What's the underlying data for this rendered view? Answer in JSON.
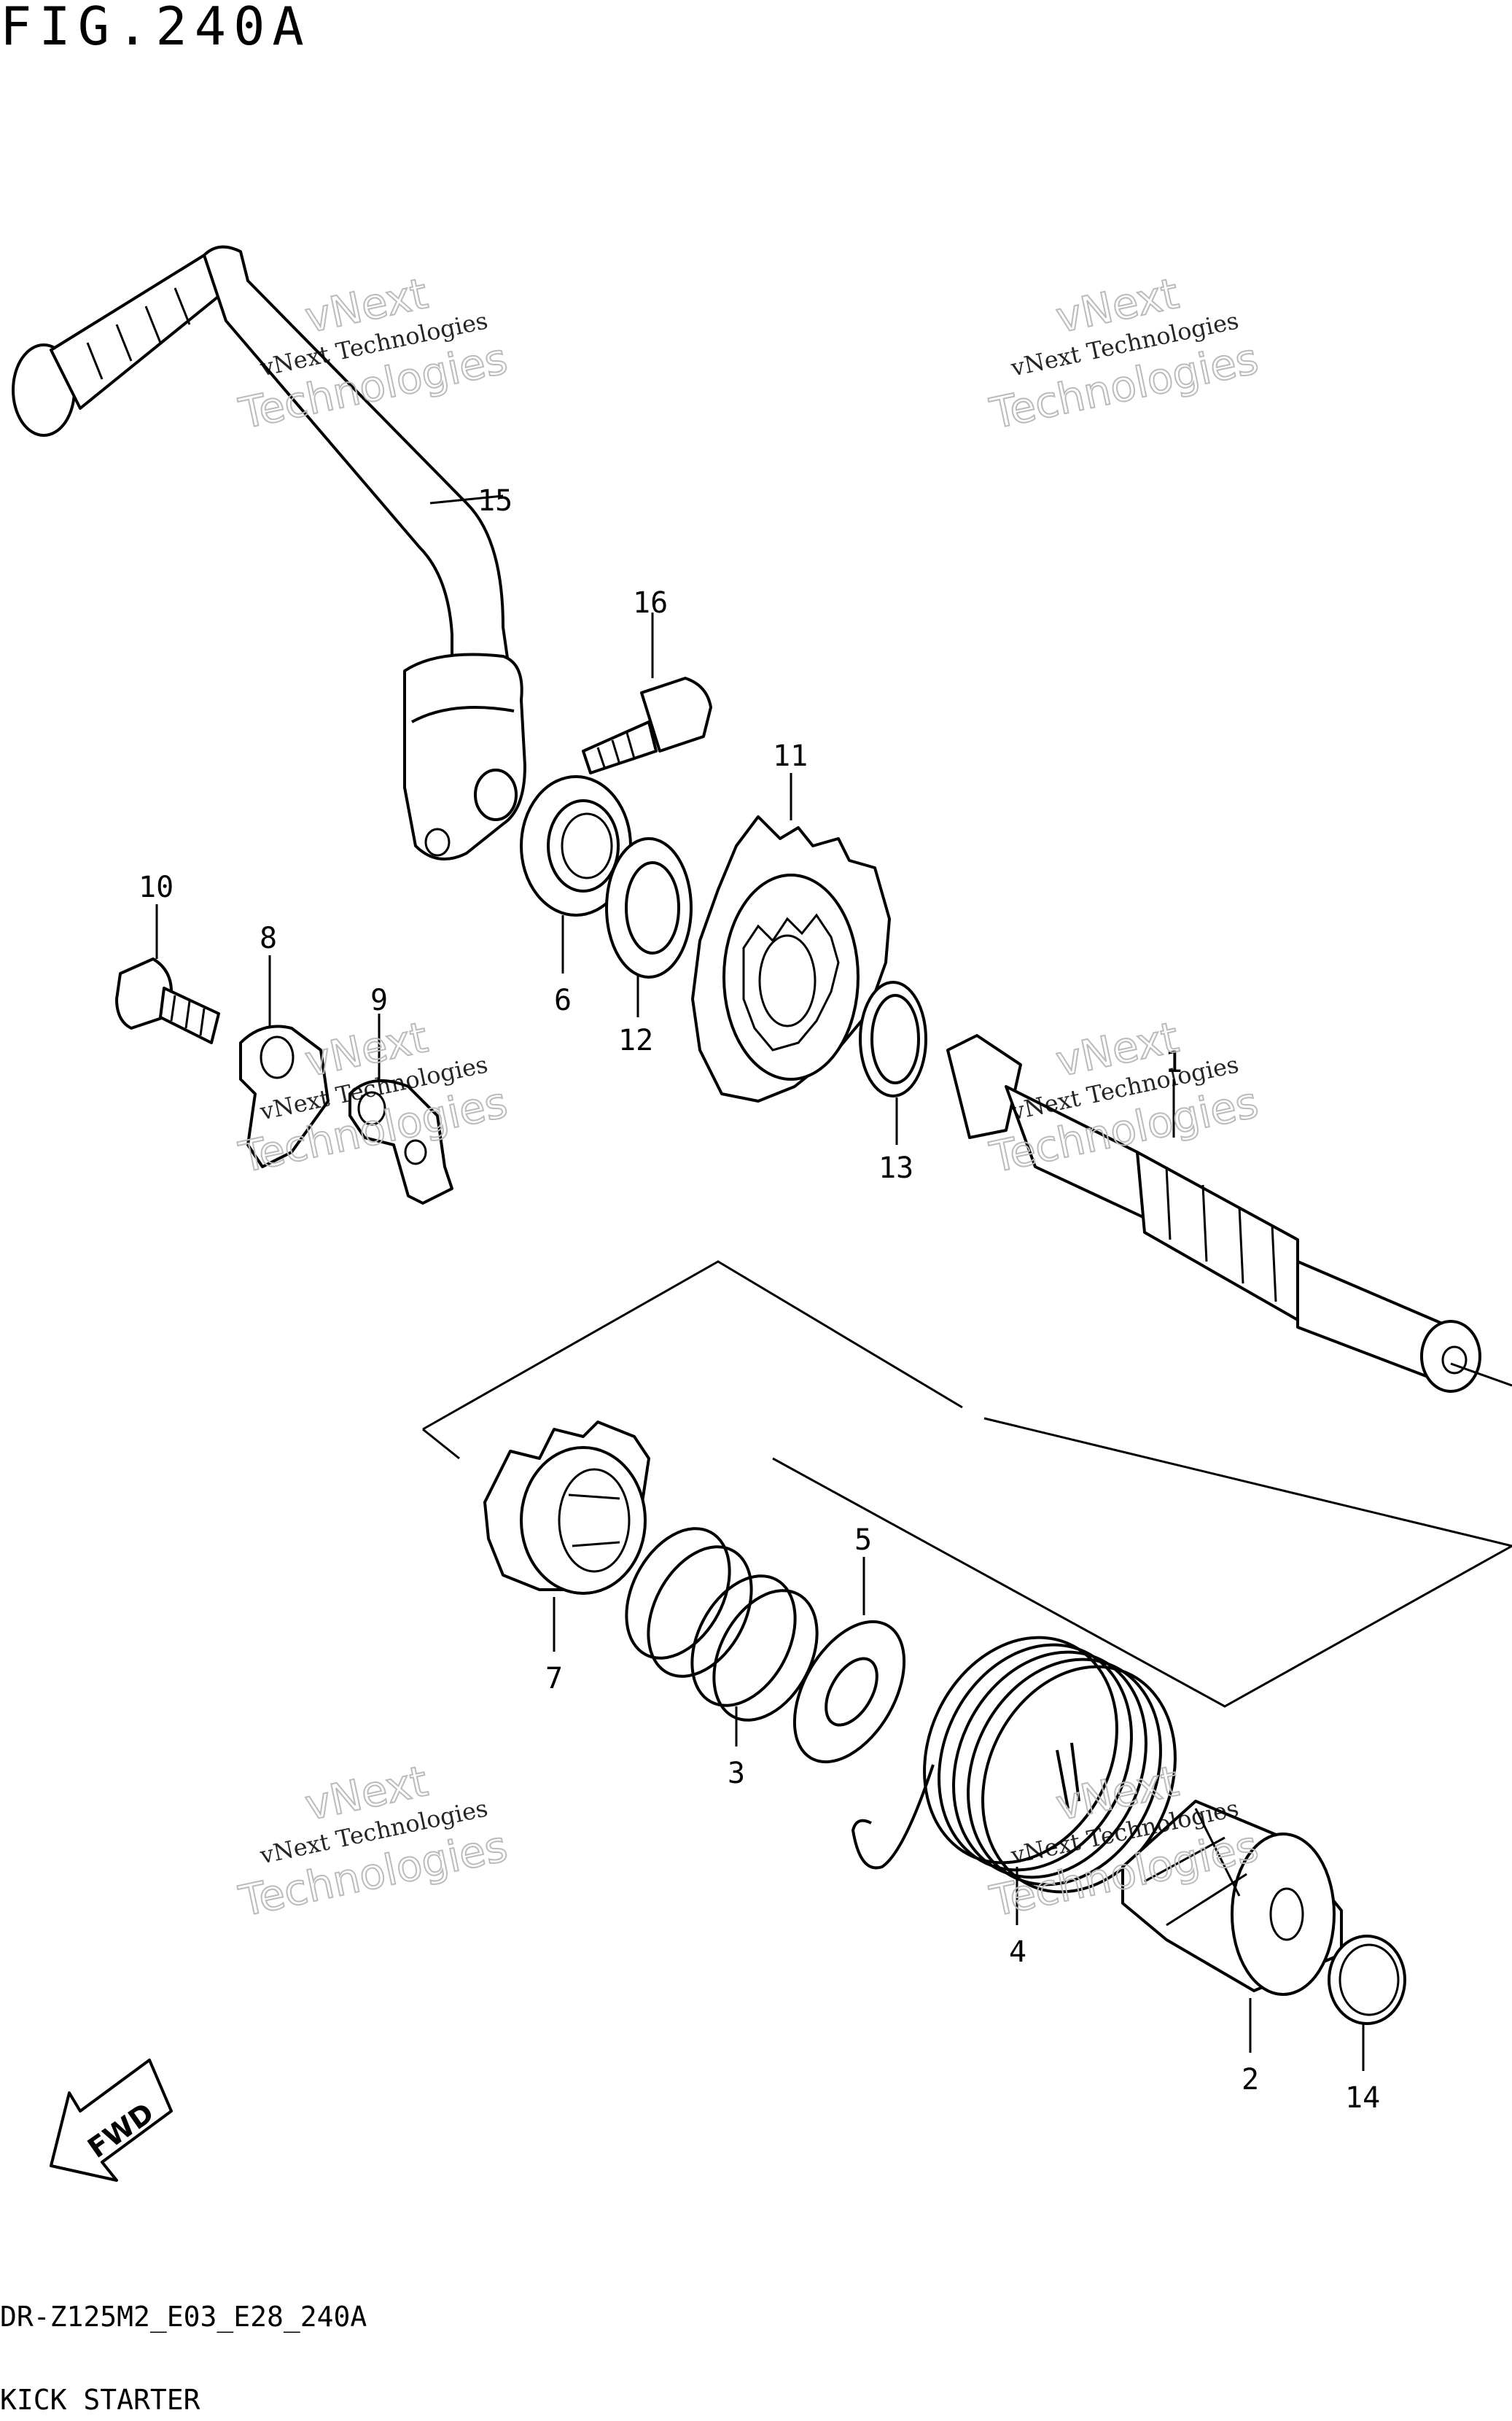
{
  "figure": {
    "title": "FIG.240A",
    "code": "DR-Z125M2_E03_E28_240A",
    "caption": "KICK STARTER"
  },
  "watermark": {
    "line1": "vNext",
    "line2": "vNext Technologies",
    "line3": "Technologies"
  },
  "direction_badge": "FWD",
  "callouts": [
    {
      "id": "1",
      "label": "1"
    },
    {
      "id": "2",
      "label": "2"
    },
    {
      "id": "3",
      "label": "3"
    },
    {
      "id": "4",
      "label": "4"
    },
    {
      "id": "5",
      "label": "5"
    },
    {
      "id": "6",
      "label": "6"
    },
    {
      "id": "7",
      "label": "7"
    },
    {
      "id": "8",
      "label": "8"
    },
    {
      "id": "9",
      "label": "9"
    },
    {
      "id": "10",
      "label": "10"
    },
    {
      "id": "11",
      "label": "11"
    },
    {
      "id": "12",
      "label": "12"
    },
    {
      "id": "13",
      "label": "13"
    },
    {
      "id": "14",
      "label": "14"
    },
    {
      "id": "15",
      "label": "15"
    },
    {
      "id": "16",
      "label": "16"
    }
  ]
}
